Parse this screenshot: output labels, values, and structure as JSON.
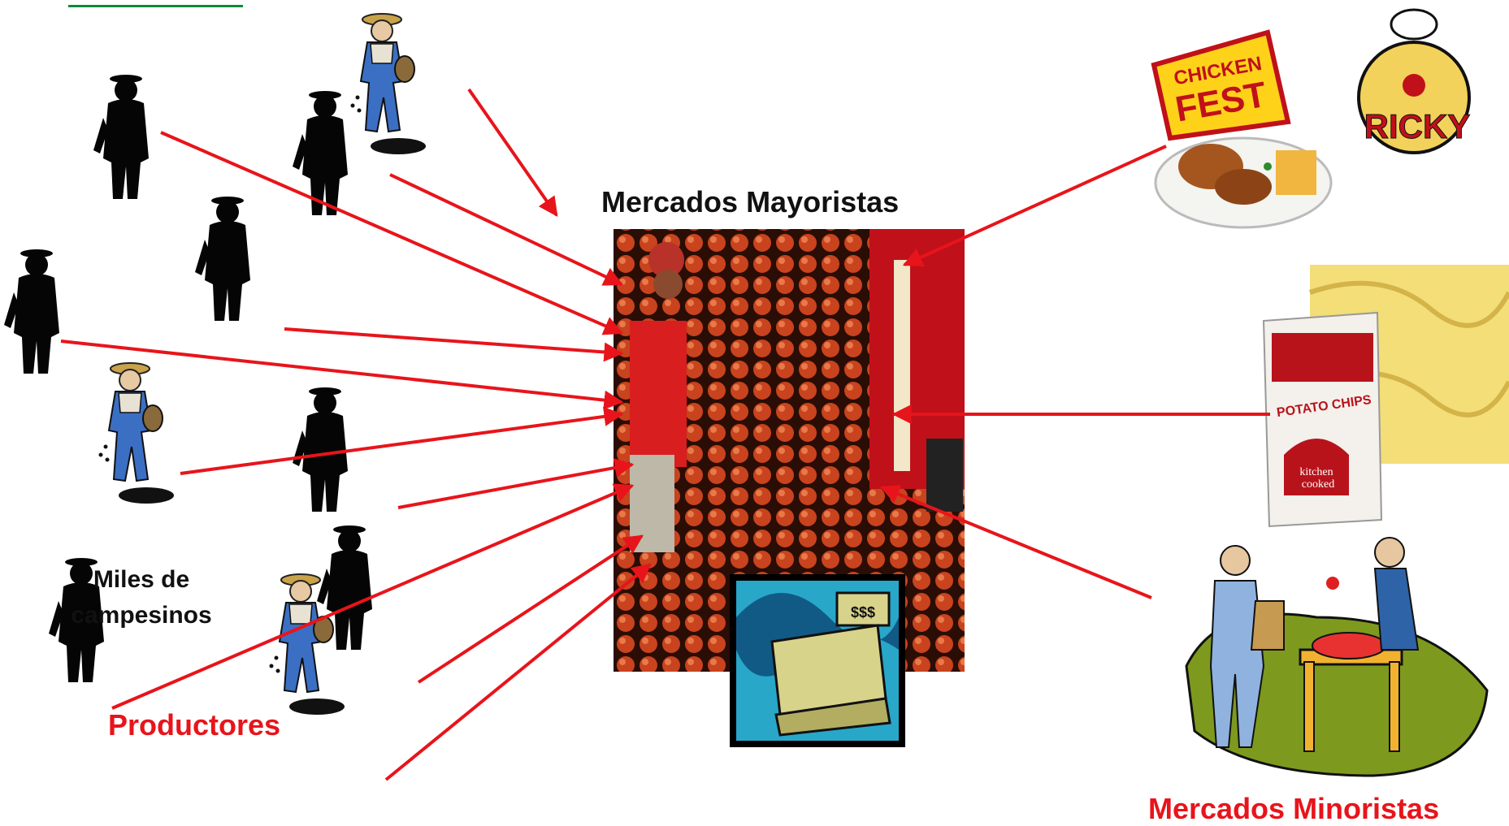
{
  "labels": {
    "wholesale": "Mercados Mayoristas",
    "farmers": "Miles de\ncampesinos",
    "producers": "Productores",
    "retail": "Mercados Minoristas"
  },
  "logos": {
    "chicken_fest_line1": "CHICKEN",
    "chicken_fest_line2": "FEST",
    "ricky": "RICKY",
    "chips_label": "POTATO CHIPS",
    "chips_sub1": "kitchen",
    "chips_sub2": "cooked",
    "register_price": "$$$"
  },
  "colors": {
    "arrow": "#e8141b",
    "silhouette": "#050505",
    "accent_green": "#0b8a3a"
  }
}
